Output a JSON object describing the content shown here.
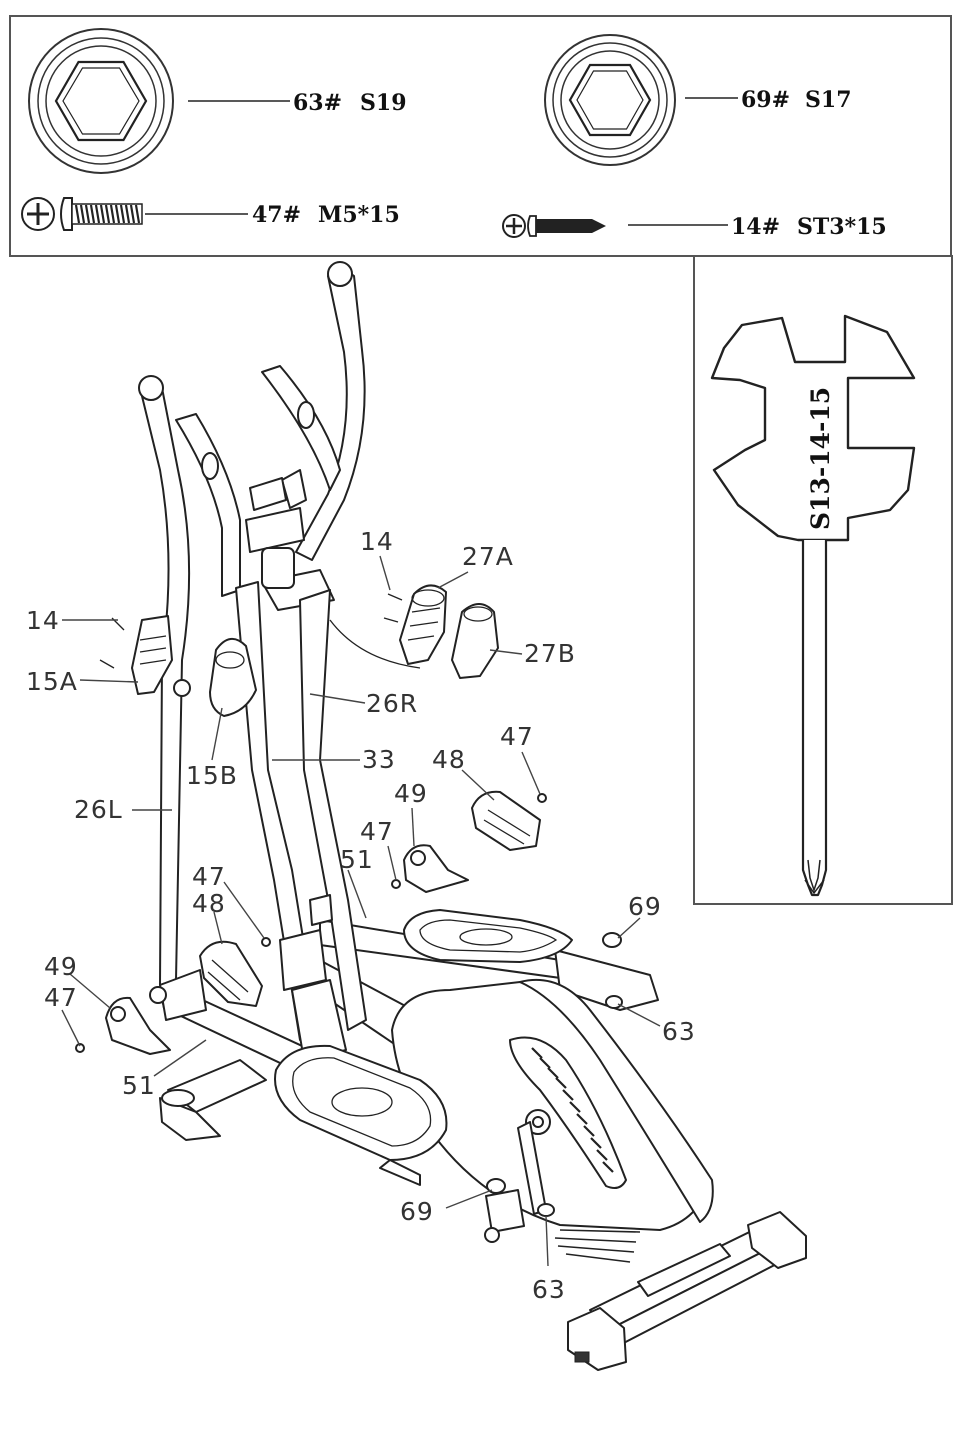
{
  "hardware_box": {
    "items": [
      {
        "number": "63#",
        "spec": "S19"
      },
      {
        "number": "69#",
        "spec": "S17"
      },
      {
        "number": "47#",
        "spec": "M5*15"
      },
      {
        "number": "14#",
        "spec": "ST3*15"
      }
    ]
  },
  "wrench_box": {
    "label": "S13-14-15"
  },
  "callouts": [
    "14",
    "15A",
    "15B",
    "26L",
    "33",
    "26R",
    "14",
    "27A",
    "27B",
    "48",
    "47",
    "49",
    "47",
    "51",
    "47",
    "48",
    "49",
    "47",
    "51",
    "69",
    "63",
    "69",
    "63"
  ]
}
